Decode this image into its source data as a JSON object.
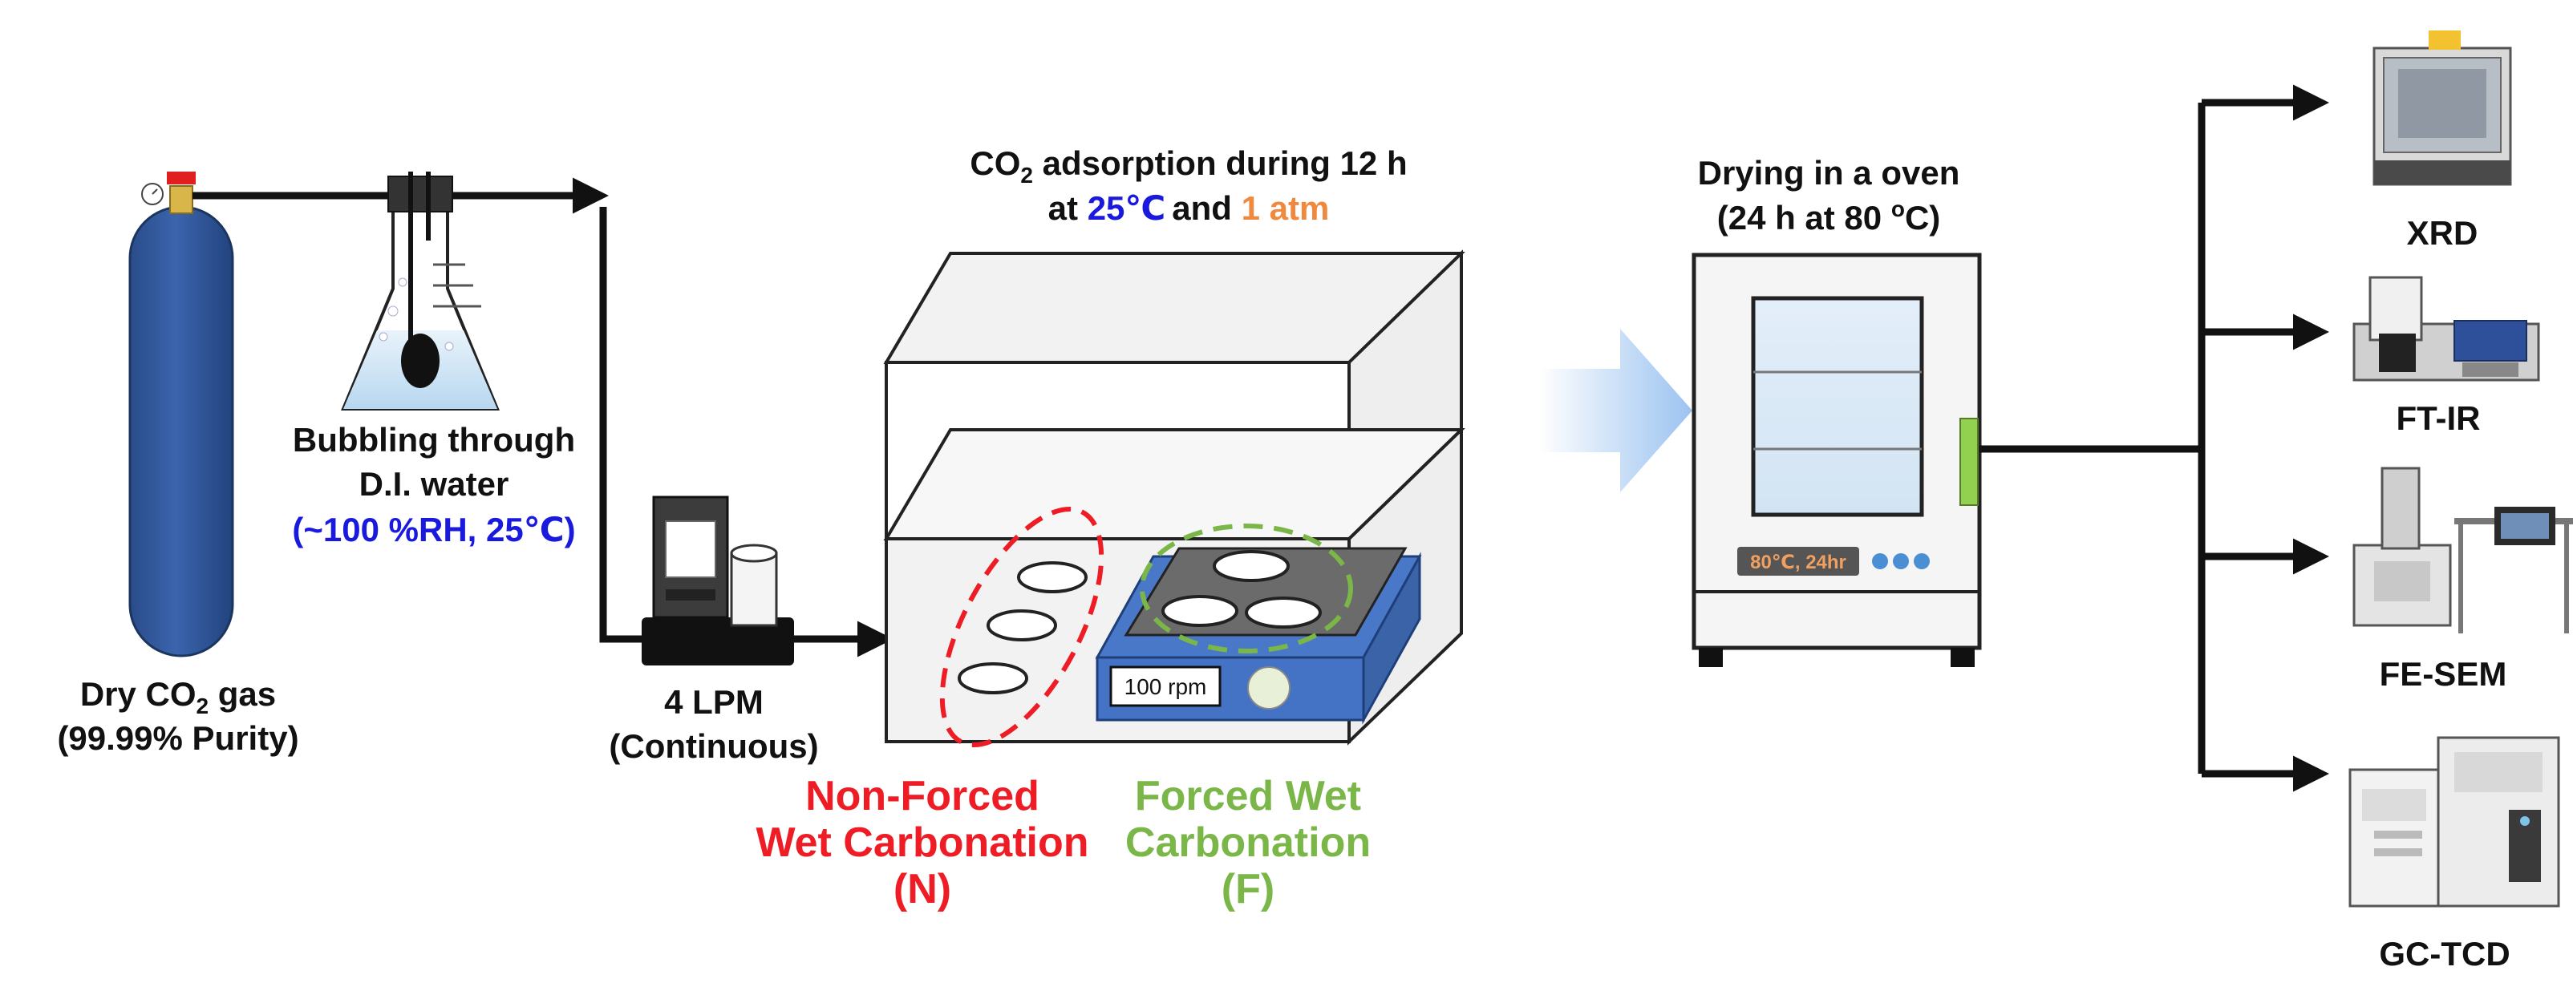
{
  "colors": {
    "ink": "#111111",
    "blue": "#1a1adf",
    "orange": "#f0883e",
    "red": "#ee1c24",
    "green": "#7ab648",
    "cylinder": "#2f5597",
    "stirrer": "#4472c4"
  },
  "cylinder": {
    "line1_prefix": "Dry CO",
    "line1_sub": "2",
    "line1_suffix": " gas",
    "line2": "(99.99% Purity)"
  },
  "bubbler": {
    "line1": "Bubbling through",
    "line2": "D.I. water",
    "line3": "(~100 %RH, 25℃)"
  },
  "flow": {
    "line1": "4 LPM",
    "line2": "(Continuous)"
  },
  "chamber": {
    "title_prefix": "CO",
    "title_sub": "2",
    "title_suffix": " adsorption during 12 h",
    "cond_at": "at ",
    "cond_temp": "25℃",
    "cond_and": "and ",
    "cond_pressure": "1 atm",
    "stirrer_label": "100 rpm"
  },
  "non_forced": {
    "line1": "Non-Forced",
    "line2": "Wet Carbonation",
    "line3": "(N)"
  },
  "forced": {
    "line1": "Forced Wet",
    "line2": "Carbonation",
    "line3": "(F)"
  },
  "oven": {
    "title1": "Drying in a oven",
    "title2_prefix": "(24 h at 80 ",
    "title2_sup": "o",
    "title2_suffix": "C)",
    "display": "80℃, 24hr"
  },
  "analysis": [
    {
      "label": "XRD",
      "icon": "xrd-instrument-icon"
    },
    {
      "label": "FT-IR",
      "icon": "ftir-instrument-icon"
    },
    {
      "label": "FE-SEM",
      "icon": "fesem-instrument-icon"
    },
    {
      "label": "GC-TCD",
      "icon": "gctcd-instrument-icon"
    }
  ]
}
